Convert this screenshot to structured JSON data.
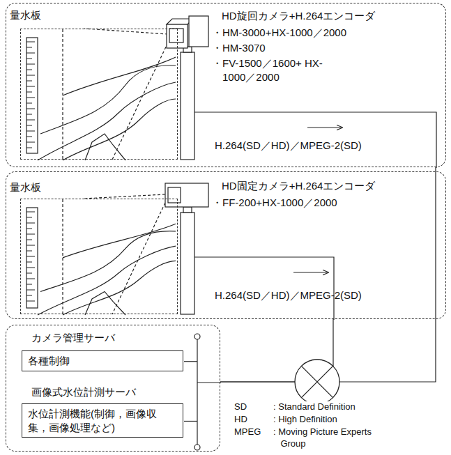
{
  "diagram": {
    "nodes": [
      {
        "text": [
          "HD旋回カメラ+H.264エンコーダ",
          "・HM-3000+HX-1000／2000",
          "・HM-3070",
          "・FV-1500／1600+ HX-1000／2000",
          "H.264(SD／HD)／MPEG-2(SD)"
        ]
      },
      {
        "text": [
          "量水板"
        ],
        "in": 0
      },
      {
        "text": [
          "HD固定カメラ+H.264エンコーダ",
          "・FF-200+HX-1000／2000",
          "H.264(SD／HD)／MPEG-2(SD)"
        ]
      },
      {
        "text": [
          "量水板"
        ],
        "in": 2
      },
      {
        "text": [
          "カメラ管理サーバ",
          "画像式水位計測サーバ"
        ]
      },
      {
        "text": [
          "各種制御"
        ],
        "in": 4
      },
      {
        "text": [
          "水位計測機能(制御，画像収集，画像処理など)"
        ],
        "in": 4
      }
    ],
    "edges": [
      {
        "from": 0,
        "to": 4,
        "arrow": "none"
      },
      {
        "from": 2,
        "to": 4,
        "arrow": "none"
      }
    ],
    "labels": [
      "SD",
      ": Standard Definition",
      "HD",
      ": High Definition",
      "MPEG",
      ": Moving Picture Experts Group"
    ]
  }
}
